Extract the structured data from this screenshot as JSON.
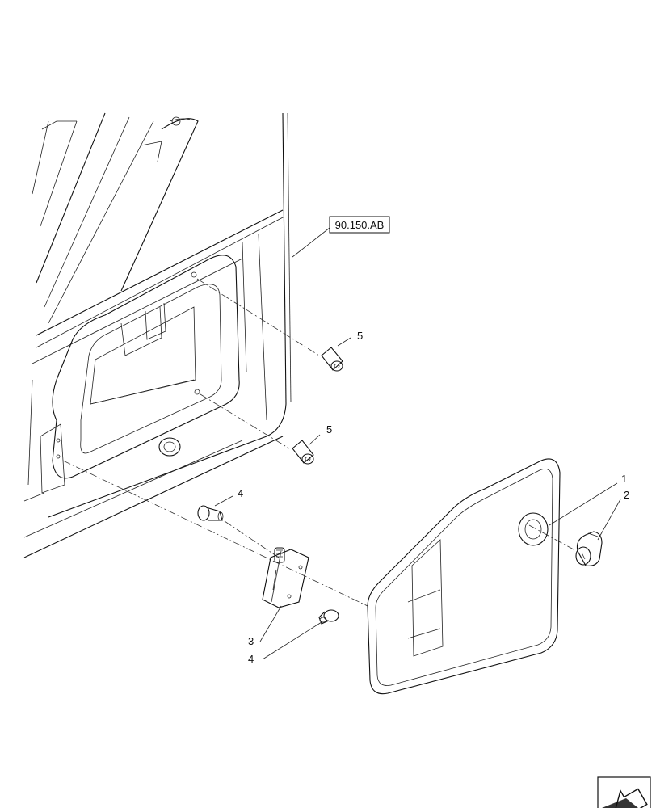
{
  "reference": {
    "label": "90.150.AB"
  },
  "callouts": [
    {
      "id": "door-panel",
      "number": "1"
    },
    {
      "id": "lock",
      "number": "2"
    },
    {
      "id": "hinge",
      "number": "3"
    },
    {
      "id": "hinge-pin-upper",
      "number": "4"
    },
    {
      "id": "hinge-pin-lower",
      "number": "4"
    },
    {
      "id": "bumper-upper",
      "number": "5"
    },
    {
      "id": "bumper-lower",
      "number": "5"
    }
  ],
  "nav": {
    "icon": "arrow-down-left-icon"
  }
}
